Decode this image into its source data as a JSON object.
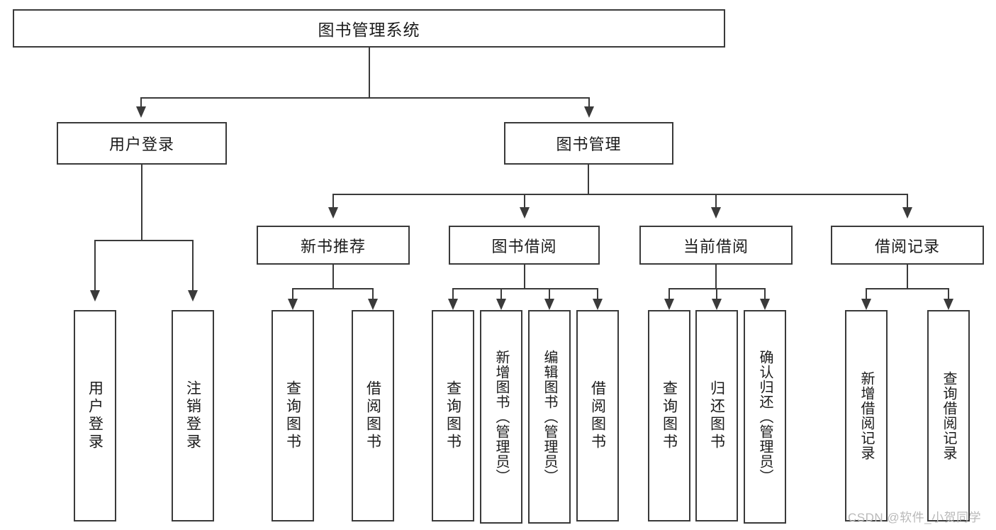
{
  "diagram": {
    "type": "tree-hierarchy",
    "title": "图书管理系统",
    "root": {
      "id": "root",
      "label": "图书管理系统",
      "level": 0,
      "orientation": "horizontal"
    },
    "level1": [
      {
        "id": "user-login",
        "label": "用户登录",
        "orientation": "horizontal"
      },
      {
        "id": "book-management",
        "label": "图书管理",
        "orientation": "horizontal"
      }
    ],
    "level2": [
      {
        "id": "new-book-recommend",
        "label": "新书推荐",
        "parent": "book-management",
        "orientation": "horizontal"
      },
      {
        "id": "book-borrow",
        "label": "图书借阅",
        "parent": "book-management",
        "orientation": "horizontal"
      },
      {
        "id": "current-borrow",
        "label": "当前借阅",
        "parent": "book-management",
        "orientation": "horizontal"
      },
      {
        "id": "borrow-record",
        "label": "借阅记录",
        "parent": "book-management",
        "orientation": "horizontal"
      }
    ],
    "leaves": [
      {
        "id": "leaf-user-login",
        "label": "用户登录",
        "parent": "user-login",
        "orientation": "vertical"
      },
      {
        "id": "leaf-user-logout",
        "label": "注销登录",
        "parent": "user-login",
        "orientation": "vertical"
      },
      {
        "id": "leaf-query-book-1",
        "label": "查询图书",
        "parent": "new-book-recommend",
        "orientation": "vertical"
      },
      {
        "id": "leaf-borrow-book-1",
        "label": "借阅图书",
        "parent": "new-book-recommend",
        "orientation": "vertical"
      },
      {
        "id": "leaf-query-book-2",
        "label": "查询图书",
        "parent": "book-borrow",
        "orientation": "vertical"
      },
      {
        "id": "leaf-add-book",
        "label": "新增图书（管理员）",
        "parent": "book-borrow",
        "orientation": "vertical"
      },
      {
        "id": "leaf-edit-book",
        "label": "编辑图书（管理员）",
        "parent": "book-borrow",
        "orientation": "vertical"
      },
      {
        "id": "leaf-borrow-book-2",
        "label": "借阅图书",
        "parent": "book-borrow",
        "orientation": "vertical"
      },
      {
        "id": "leaf-query-book-3",
        "label": "查询图书",
        "parent": "current-borrow",
        "orientation": "vertical"
      },
      {
        "id": "leaf-return-book",
        "label": "归还图书",
        "parent": "current-borrow",
        "orientation": "vertical"
      },
      {
        "id": "leaf-confirm-return",
        "label": "确认归还（管理员）",
        "parent": "current-borrow",
        "orientation": "vertical"
      },
      {
        "id": "leaf-add-borrow-record",
        "label": "新增借阅记录",
        "parent": "borrow-record",
        "orientation": "vertical"
      },
      {
        "id": "leaf-query-borrow-record",
        "label": "查询借阅记录",
        "parent": "borrow-record",
        "orientation": "vertical"
      }
    ],
    "colors": {
      "stroke": "#3a3a3a",
      "fill": "#ffffff",
      "text": "#1b1b1b",
      "watermark": "#b9b9b9"
    }
  },
  "watermark": {
    "text": "CSDN @软件_小贺同学"
  }
}
